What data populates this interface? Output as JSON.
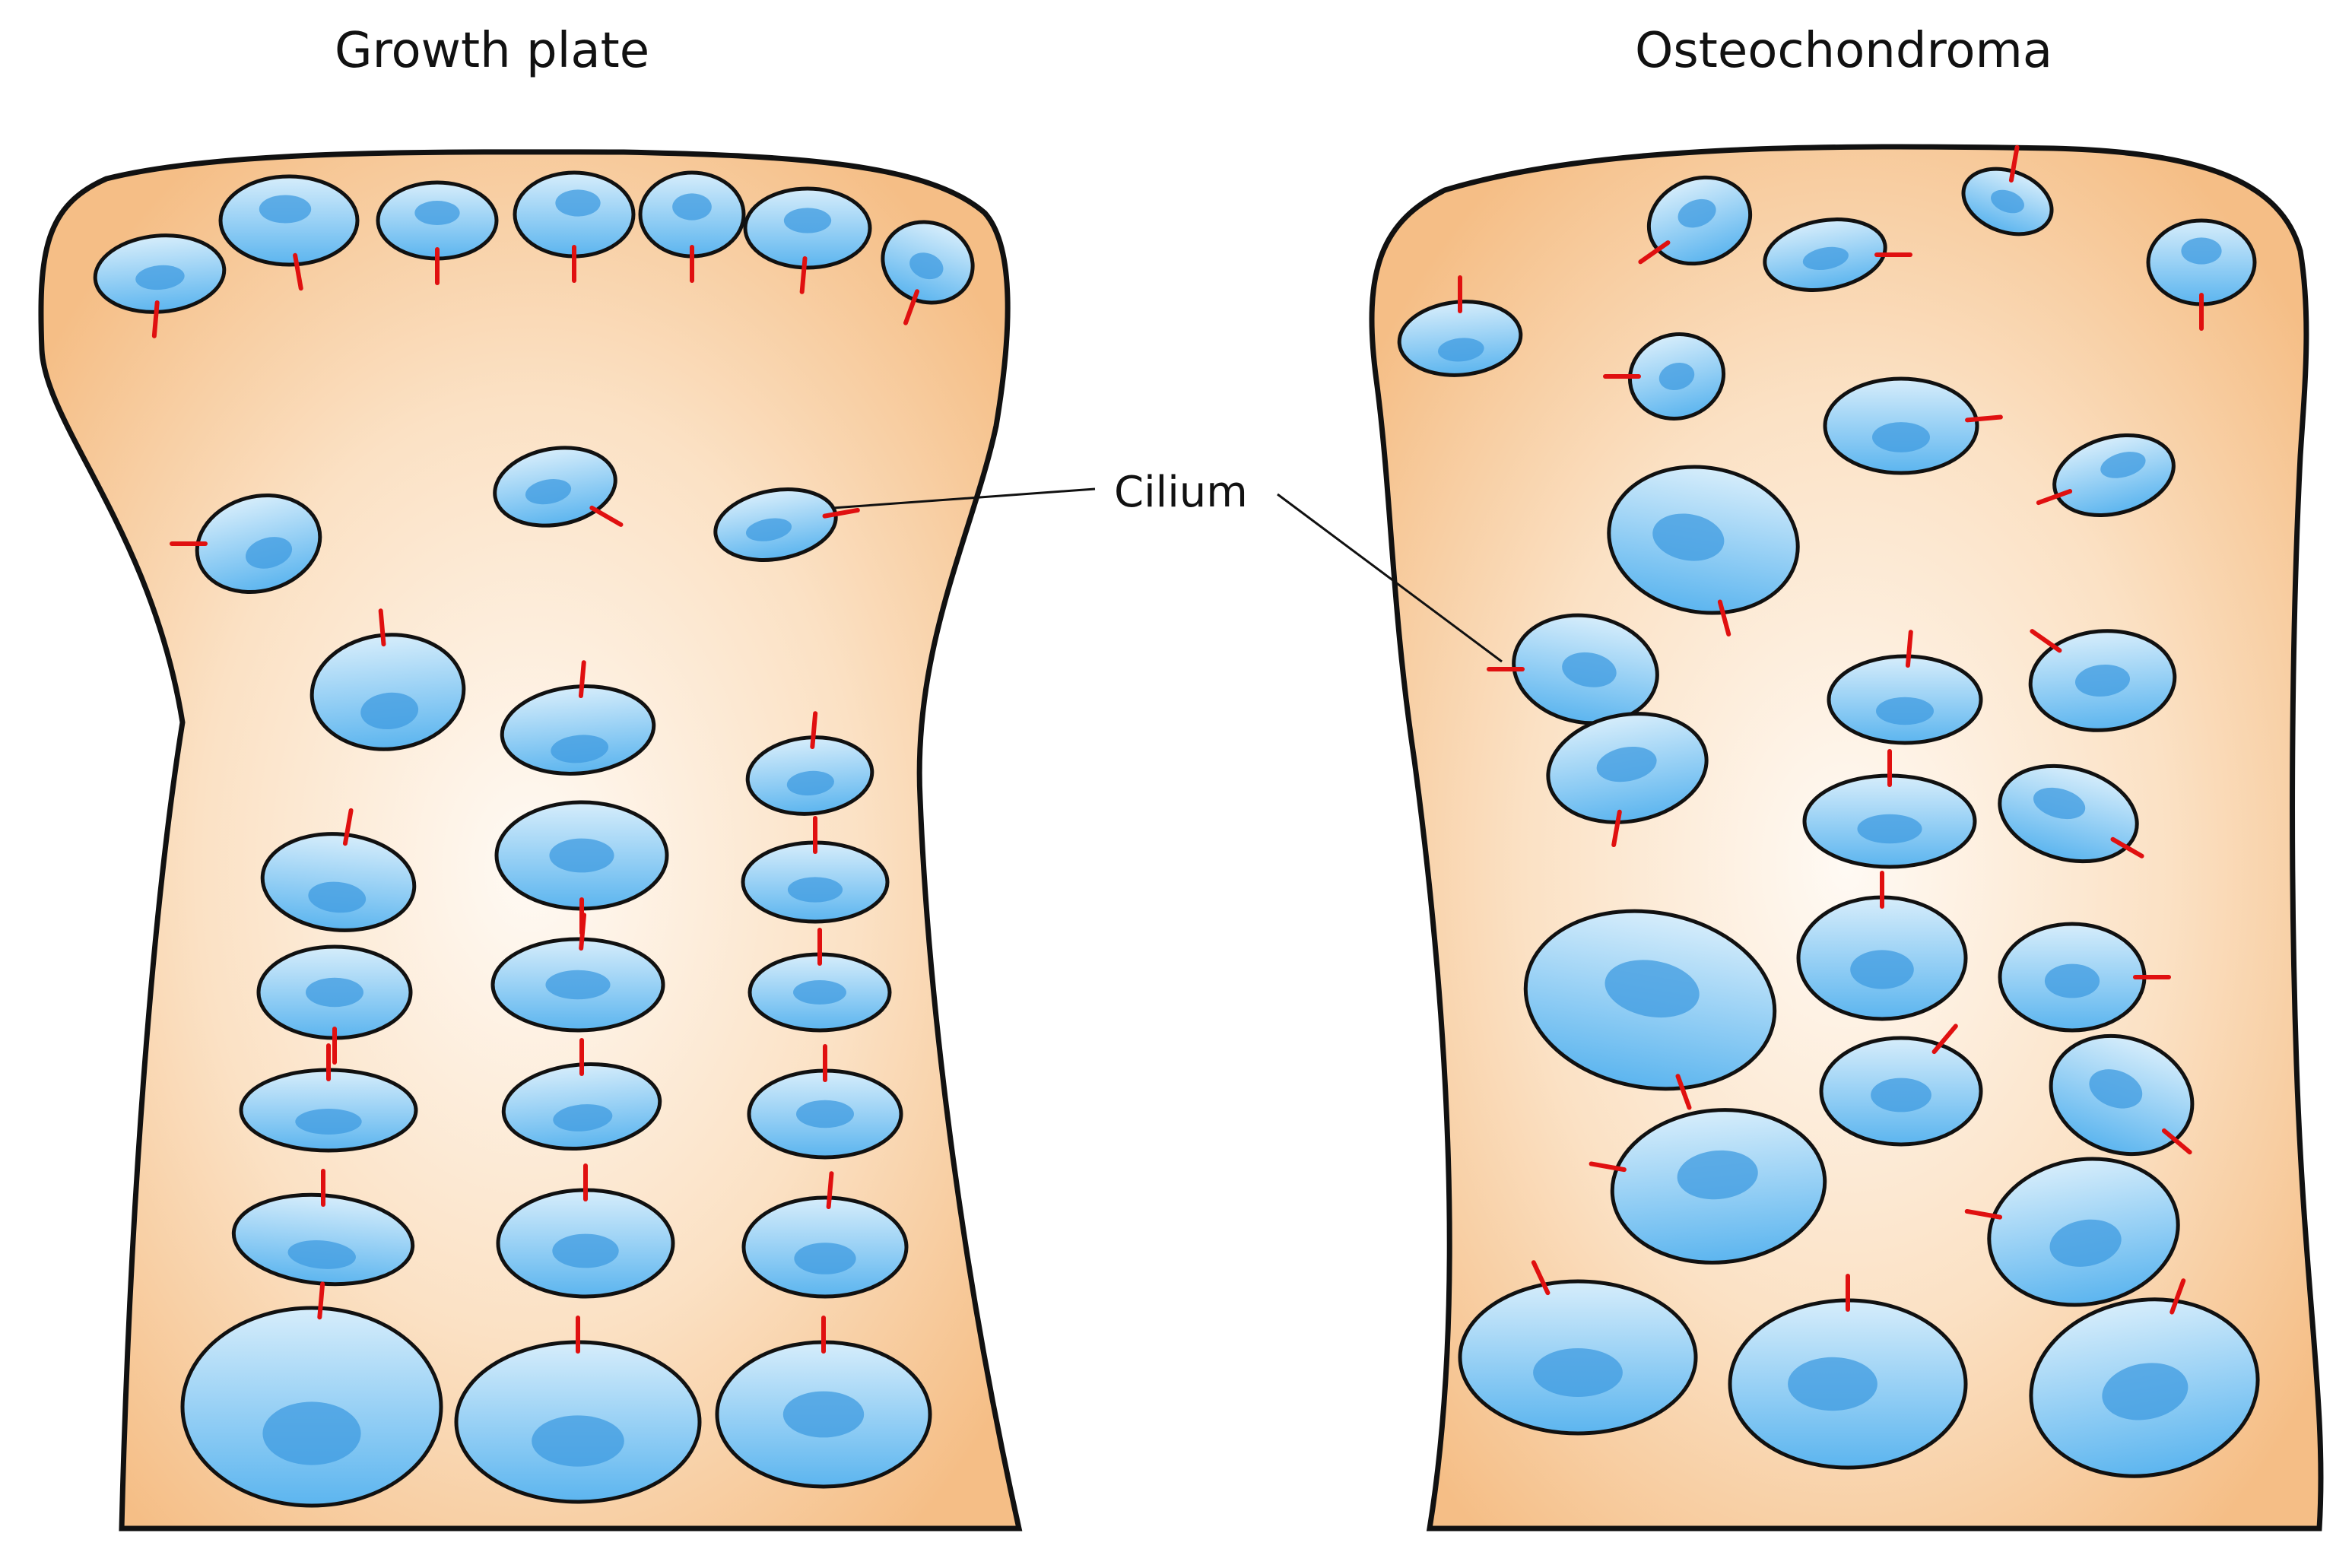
{
  "panels": [
    {
      "id": "growth-plate",
      "title": "Growth plate"
    },
    {
      "id": "osteochondroma",
      "title": "Osteochondroma"
    }
  ],
  "callout": {
    "label": "Cilium"
  },
  "colors": {
    "tissue_edge": "#f6c28e",
    "tissue_center": "#fff8f0",
    "cell_light": "#cfe9fa",
    "cell_dark": "#62b8f0",
    "nucleus": "#3f9be0",
    "cilium": "#e01010",
    "outline": "#111111"
  }
}
